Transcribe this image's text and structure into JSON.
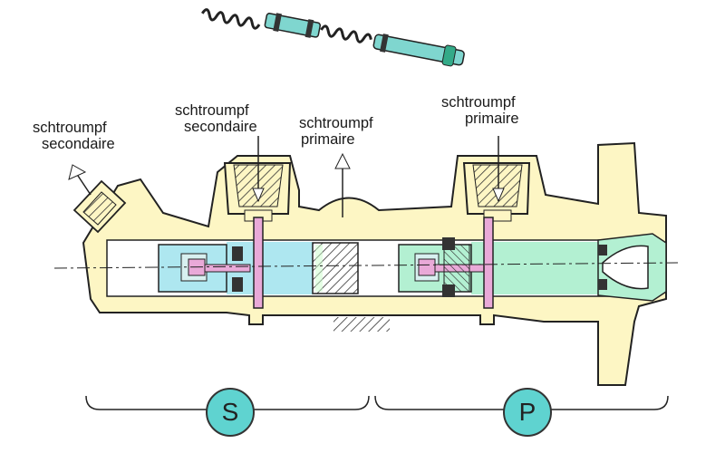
{
  "labels": {
    "left_outlet": {
      "line1": "schtroumpf",
      "line2": "secondaire"
    },
    "inlet_secondary": {
      "line1": "schtroumpf",
      "line2": "secondaire"
    },
    "center_outlet": {
      "line1": "schtroumpf",
      "line2": "primaire"
    },
    "inlet_primary": {
      "line1": "schtroumpf",
      "line2": "primaire"
    }
  },
  "circuits": {
    "secondary": "S",
    "primary": "P"
  },
  "colors": {
    "body": "#fdf6c4",
    "fluid_cyan": "#aee7f0",
    "fluid_green": "#b3f0d2",
    "piston_pink": "#e9a9d8",
    "circle_fill": "#5fd3d0",
    "outline": "#222222"
  }
}
